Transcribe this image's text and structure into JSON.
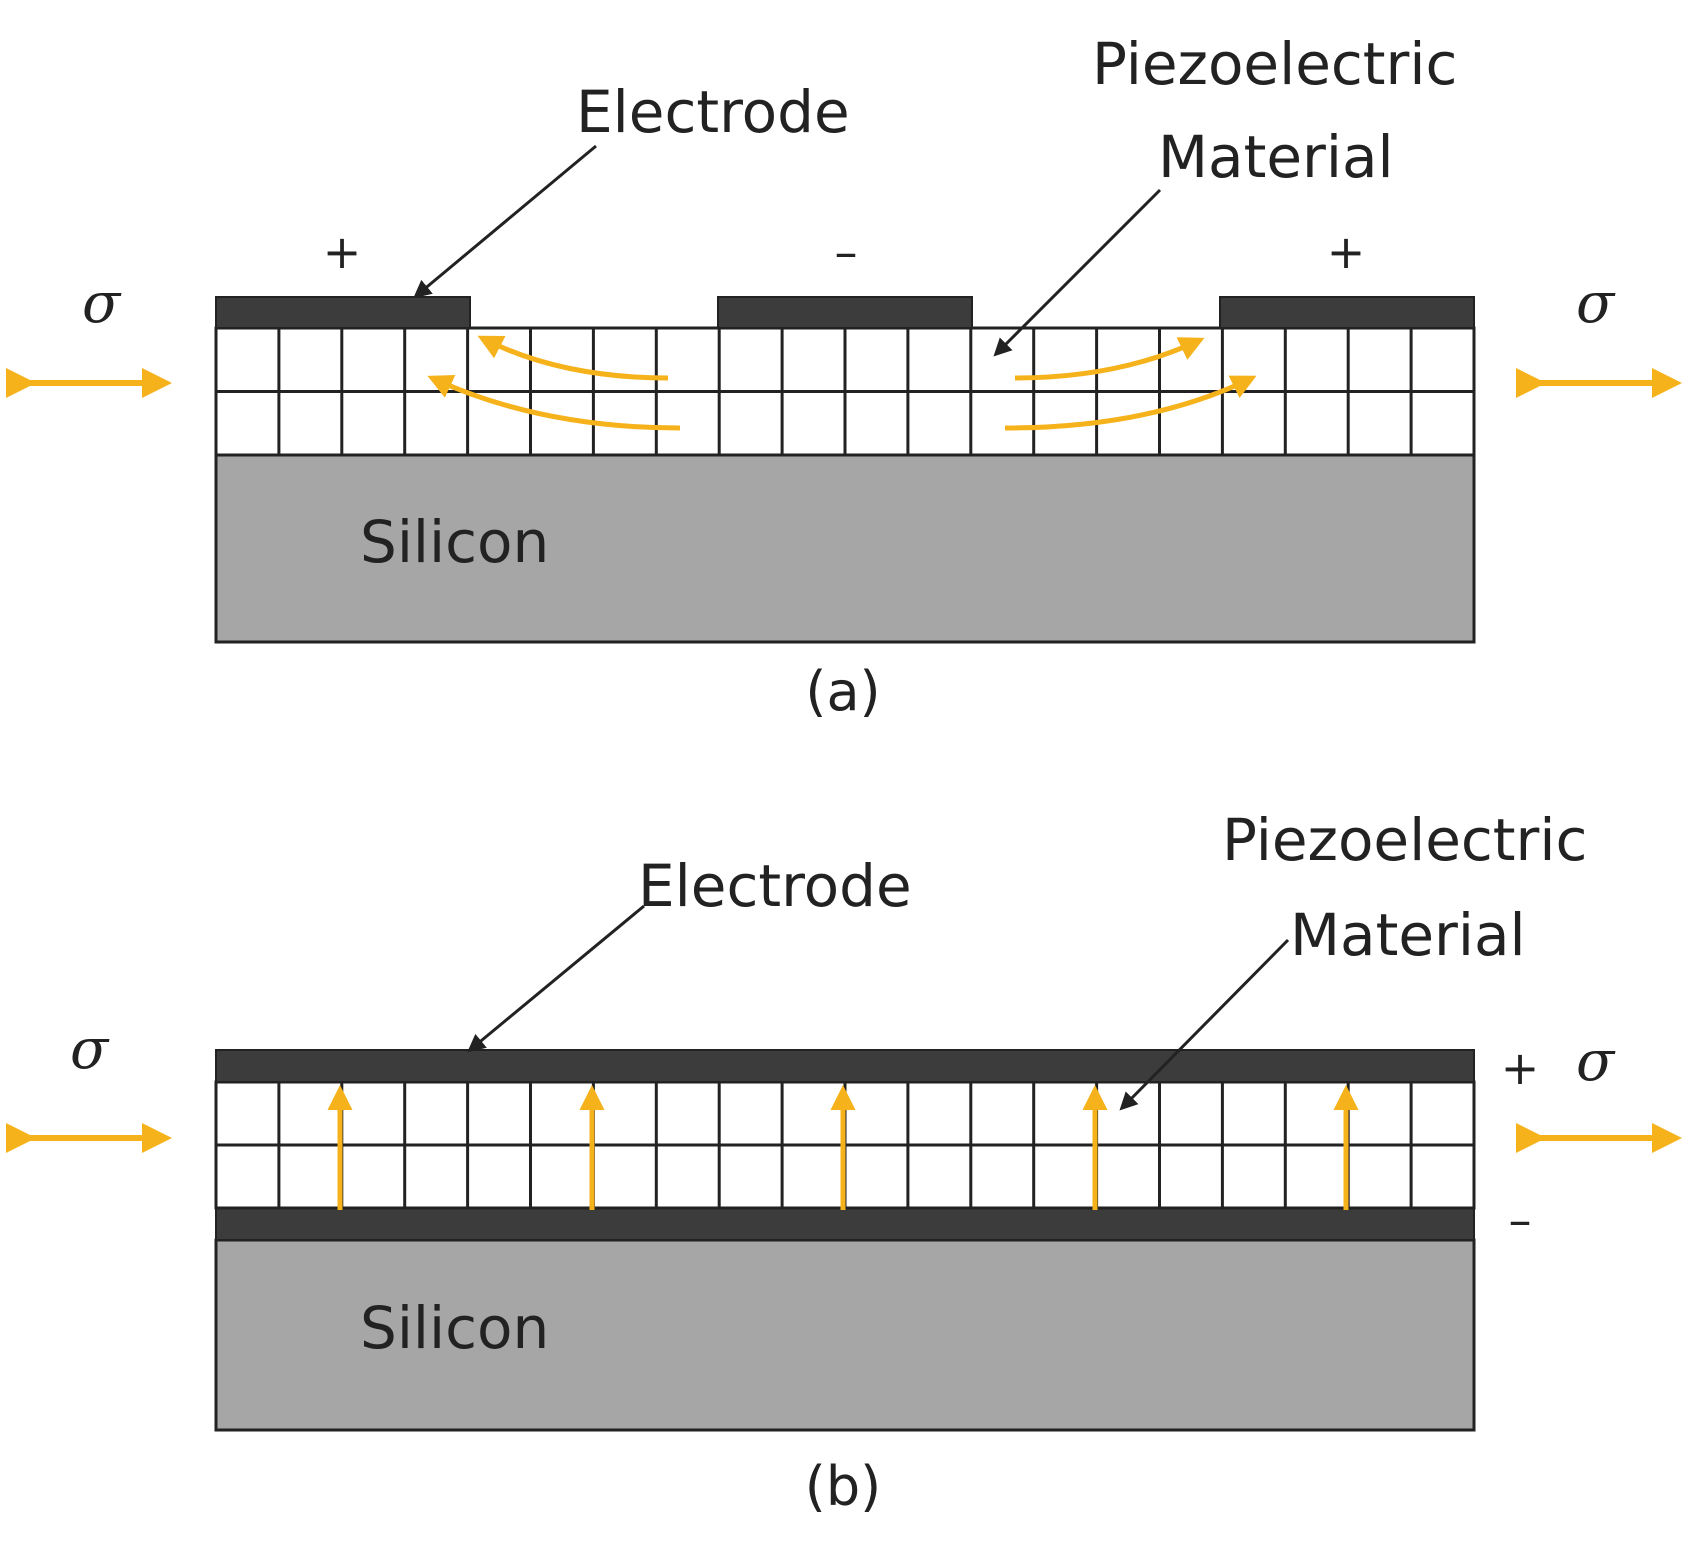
{
  "panel_a": {
    "electrode_label": "Electrode",
    "piezo_label_line1": "Piezoelectric",
    "piezo_label_line2": "Material",
    "substrate_label": "Silicon",
    "stress_symbol": "σ",
    "electrode_signs": [
      "+",
      "–",
      "+"
    ],
    "caption": "(a)"
  },
  "panel_b": {
    "electrode_label": "Electrode",
    "piezo_label_line1": "Piezoelectric",
    "piezo_label_line2": "Material",
    "substrate_label": "Silicon",
    "stress_symbol": "σ",
    "top_sign": "+",
    "bottom_sign": "–",
    "caption": "(b)"
  },
  "colors": {
    "electrode": "#3c3c3c",
    "silicon": "#a6a6a6",
    "arrow": "#f5b21a",
    "outline": "#222222"
  }
}
